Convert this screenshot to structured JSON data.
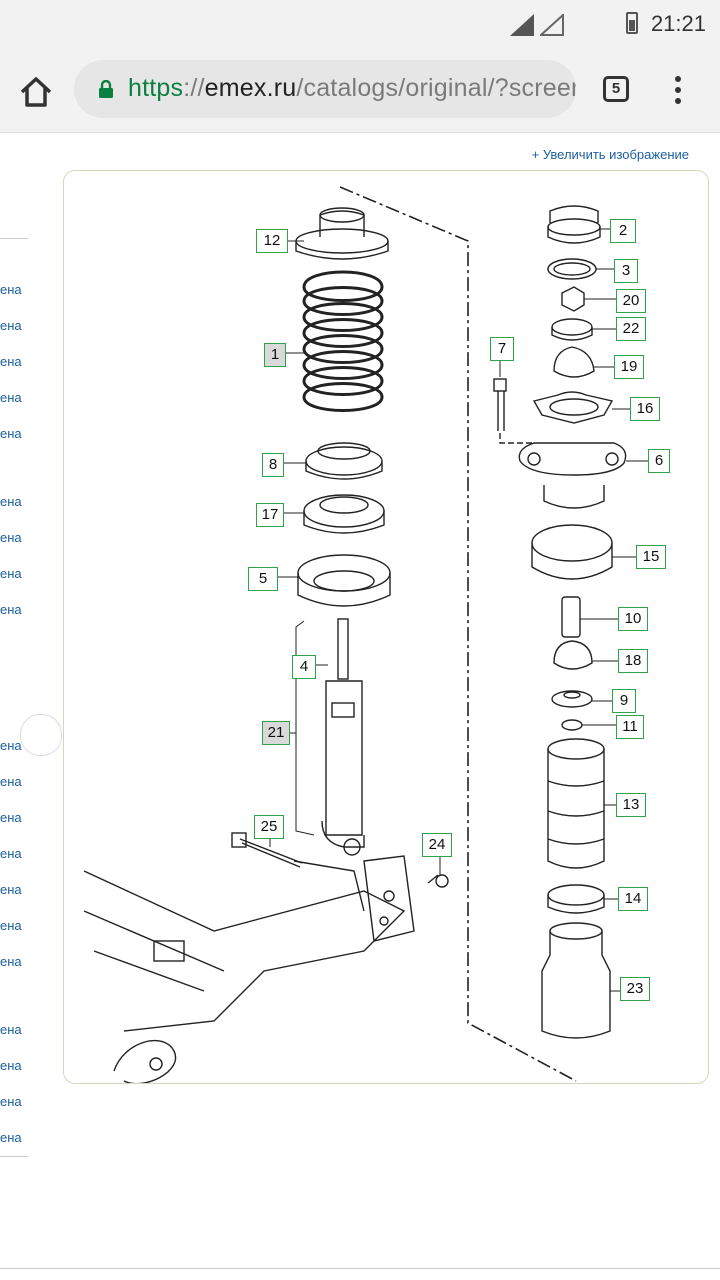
{
  "status": {
    "time": "21:21"
  },
  "browser": {
    "url_scheme": "https",
    "url_sep": "://",
    "url_host": "emex.ru",
    "url_path": "/catalogs/original/?screen",
    "tab_count": "5"
  },
  "page": {
    "zoom_link": "+ Увеличить изображение",
    "sidebar_items": [
      "ена",
      "ена",
      "ена",
      "ена",
      "ена",
      "ена",
      "ена",
      "ена",
      "ена",
      "ена",
      "ена",
      "ена",
      "ена",
      "ена",
      "ена",
      "ена",
      "ена",
      "ена",
      "ена",
      "ена"
    ],
    "labels": [
      "12",
      "1",
      "8",
      "17",
      "5",
      "4",
      "21",
      "25",
      "24",
      "2",
      "3",
      "20",
      "22",
      "7",
      "19",
      "16",
      "6",
      "15",
      "10",
      "18",
      "9",
      "11",
      "13",
      "14",
      "23"
    ],
    "selected_labels": [
      "1",
      "21"
    ]
  },
  "colors": {
    "link": "#1d5fa0",
    "label_border": "#2fa24a",
    "secure": "#0b8043"
  }
}
